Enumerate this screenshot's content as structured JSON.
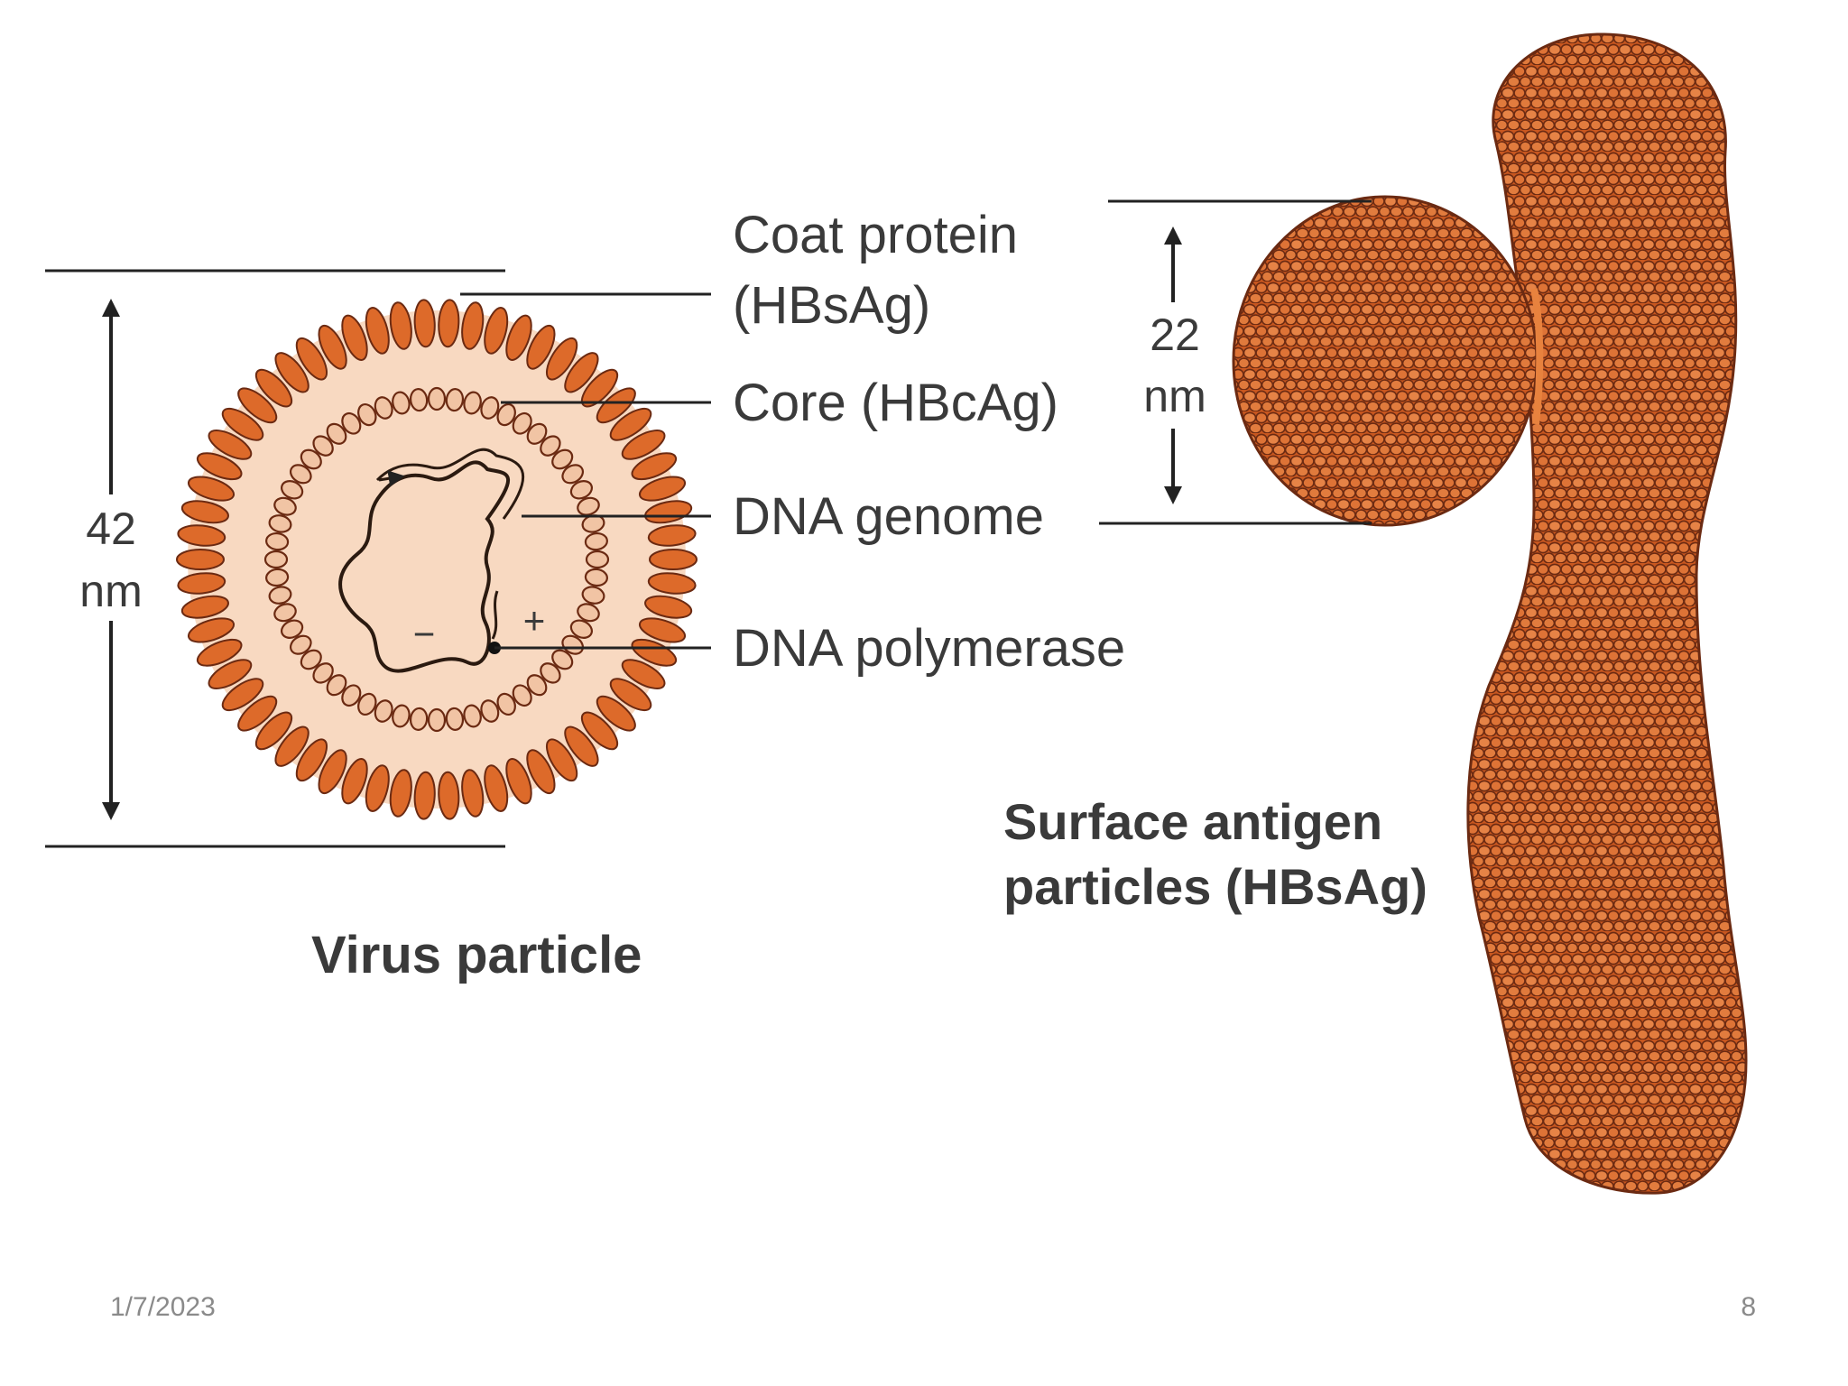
{
  "virus_particle": {
    "caption": "Virus particle",
    "diameter_value": "42",
    "diameter_unit": "nm",
    "labels": {
      "coat_line1": "Coat protein",
      "coat_line2": "(HBsAg)",
      "core": "Core (HBcAg)",
      "dna_genome": "DNA genome",
      "dna_polymerase": "DNA polymerase"
    },
    "strand_minus": "−",
    "strand_plus": "+"
  },
  "surface_antigen": {
    "caption_line1": "Surface antigen",
    "caption_line2": "particles (HBsAg)",
    "diameter_value": "22",
    "diameter_unit": "nm"
  },
  "footer": {
    "date": "1/7/2023",
    "page_number": "8"
  },
  "colors": {
    "coat_orange": "#dd6a2a",
    "particle_orange": "#d66a2c",
    "core_fill": "#f1c4a4",
    "interior_fill": "#f8d9c1",
    "outline": "#6b2a12",
    "line": "#222222"
  }
}
